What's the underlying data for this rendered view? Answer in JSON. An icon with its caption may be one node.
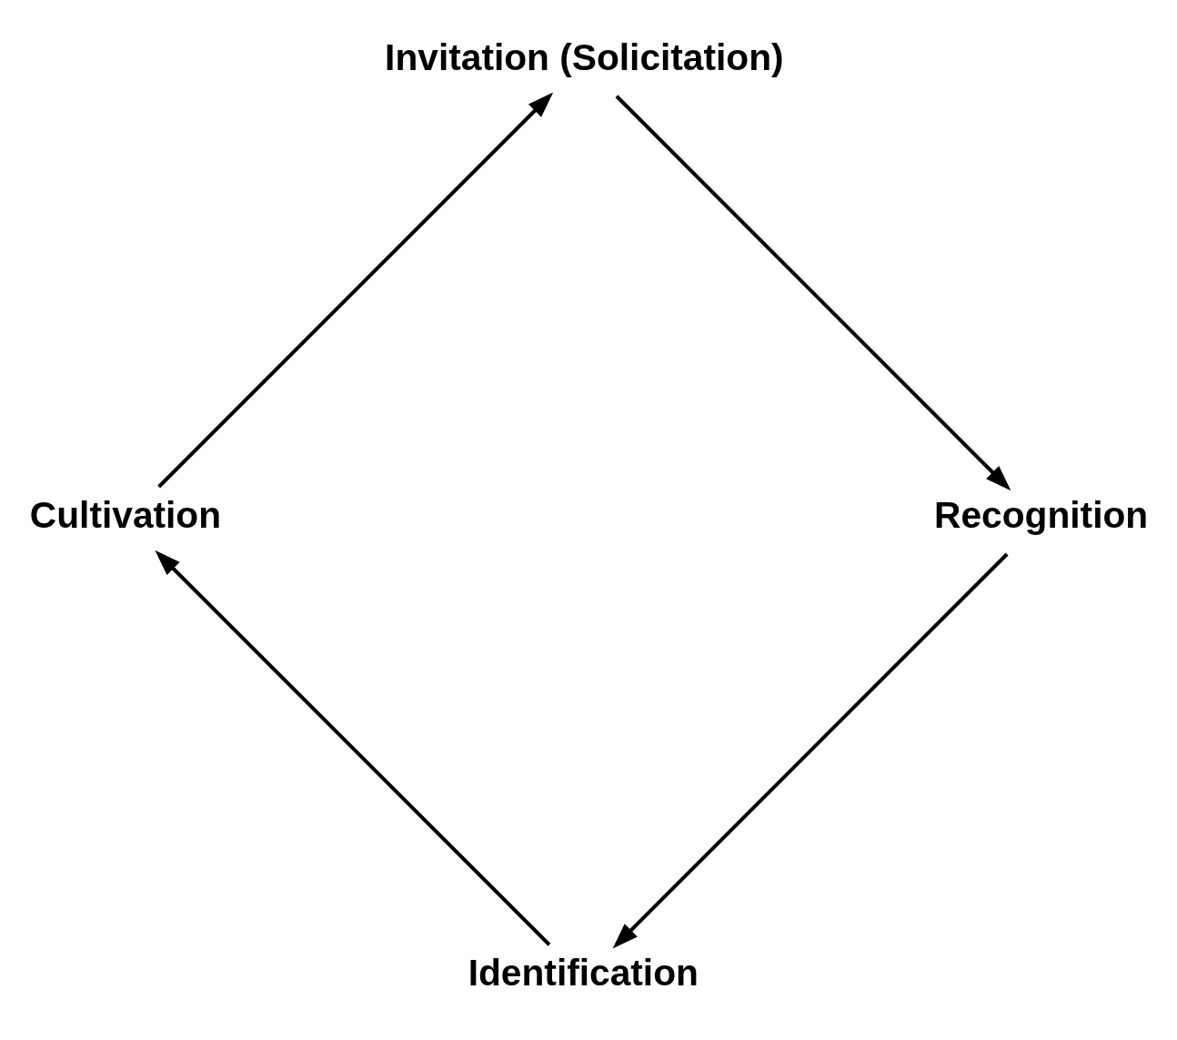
{
  "diagram": {
    "nodes": [
      {
        "text": [
          "Identification"
        ]
      },
      {
        "text": [
          "Cultivation"
        ]
      },
      {
        "text": [
          "Invitation (Solicitation)"
        ]
      },
      {
        "text": [
          "Recognition"
        ]
      }
    ],
    "edges": [
      {
        "from": 0,
        "to": 1,
        "arrow": "to"
      },
      {
        "from": 1,
        "to": 2,
        "arrow": "to"
      },
      {
        "from": 2,
        "to": 3,
        "arrow": "to"
      },
      {
        "from": 3,
        "to": 0,
        "arrow": "to"
      }
    ]
  }
}
